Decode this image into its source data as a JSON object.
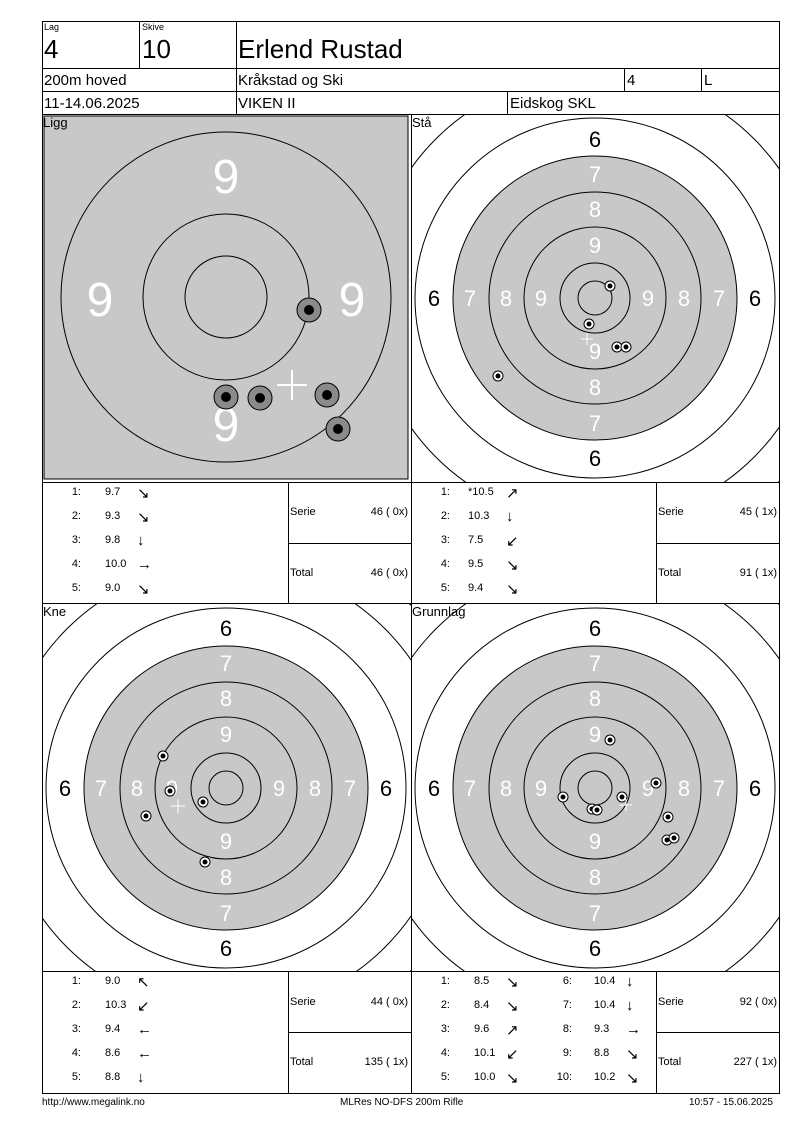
{
  "header": {
    "lag_label": "Lag",
    "lag_value": "4",
    "skive_label": "Skive",
    "skive_value": "10",
    "shooter_name": "Erlend Rustad",
    "competition": "200m hoved",
    "club": "Kråkstad og Ski",
    "class_number": "4",
    "class_letter": "L",
    "dates": "11-14.06.2025",
    "district": "VIKEN II",
    "organizer": "Eidskog SKL"
  },
  "panels": [
    {
      "title": "Ligg",
      "target_type": "zoomed",
      "ring_labels": [
        "9",
        "9",
        "9",
        "9"
      ],
      "shots": [
        {
          "n": "1:",
          "value": "9.7",
          "arrow": "↘"
        },
        {
          "n": "2:",
          "value": "9.3",
          "arrow": "↘"
        },
        {
          "n": "3:",
          "value": "9.8",
          "arrow": "↓"
        },
        {
          "n": "4:",
          "value": "10.0",
          "arrow": "→"
        },
        {
          "n": "5:",
          "value": "9.0",
          "arrow": "↘"
        }
      ],
      "serie_label": "Serie",
      "serie_value": "46 ( 0x)",
      "total_label": "Total",
      "total_value": "46 ( 0x)"
    },
    {
      "title": "Stå",
      "target_type": "full",
      "shots": [
        {
          "n": "1:",
          "value": "*10.5",
          "arrow": "↗"
        },
        {
          "n": "2:",
          "value": "10.3",
          "arrow": "↓"
        },
        {
          "n": "3:",
          "value": "7.5",
          "arrow": "↙"
        },
        {
          "n": "4:",
          "value": "9.5",
          "arrow": "↘"
        },
        {
          "n": "5:",
          "value": "9.4",
          "arrow": "↘"
        }
      ],
      "serie_label": "Serie",
      "serie_value": "45 ( 1x)",
      "total_label": "Total",
      "total_value": "91 ( 1x)"
    },
    {
      "title": "Kne",
      "target_type": "full",
      "shots": [
        {
          "n": "1:",
          "value": "9.0",
          "arrow": "↖"
        },
        {
          "n": "2:",
          "value": "10.3",
          "arrow": "↙"
        },
        {
          "n": "3:",
          "value": "9.4",
          "arrow": "←"
        },
        {
          "n": "4:",
          "value": "8.6",
          "arrow": "←"
        },
        {
          "n": "5:",
          "value": "8.8",
          "arrow": "↓"
        }
      ],
      "serie_label": "Serie",
      "serie_value": "44 ( 0x)",
      "total_label": "Total",
      "total_value": "135 ( 1x)"
    },
    {
      "title": "Grunnlag",
      "target_type": "full",
      "shots": [
        {
          "n": "1:",
          "value": "8.5",
          "arrow": "↘"
        },
        {
          "n": "2:",
          "value": "8.4",
          "arrow": "↘"
        },
        {
          "n": "3:",
          "value": "9.6",
          "arrow": "↗"
        },
        {
          "n": "4:",
          "value": "10.1",
          "arrow": "↙"
        },
        {
          "n": "5:",
          "value": "10.0",
          "arrow": "↘"
        },
        {
          "n": "6:",
          "value": "10.4",
          "arrow": "↓"
        },
        {
          "n": "7:",
          "value": "10.4",
          "arrow": "↓"
        },
        {
          "n": "8:",
          "value": "9.3",
          "arrow": "→"
        },
        {
          "n": "9:",
          "value": "8.8",
          "arrow": "↘"
        },
        {
          "n": "10:",
          "value": "10.2",
          "arrow": "↘"
        }
      ],
      "serie_label": "Serie",
      "serie_value": "92 ( 0x)",
      "total_label": "Total",
      "total_value": "227 ( 1x)"
    }
  ],
  "ring_numbers": [
    "6",
    "7",
    "8",
    "9"
  ],
  "footer": {
    "url": "http://www.megalink.no",
    "program": "MLRes NO-DFS 200m Rifle",
    "timestamp": "10:57 - 15.06.2025"
  }
}
